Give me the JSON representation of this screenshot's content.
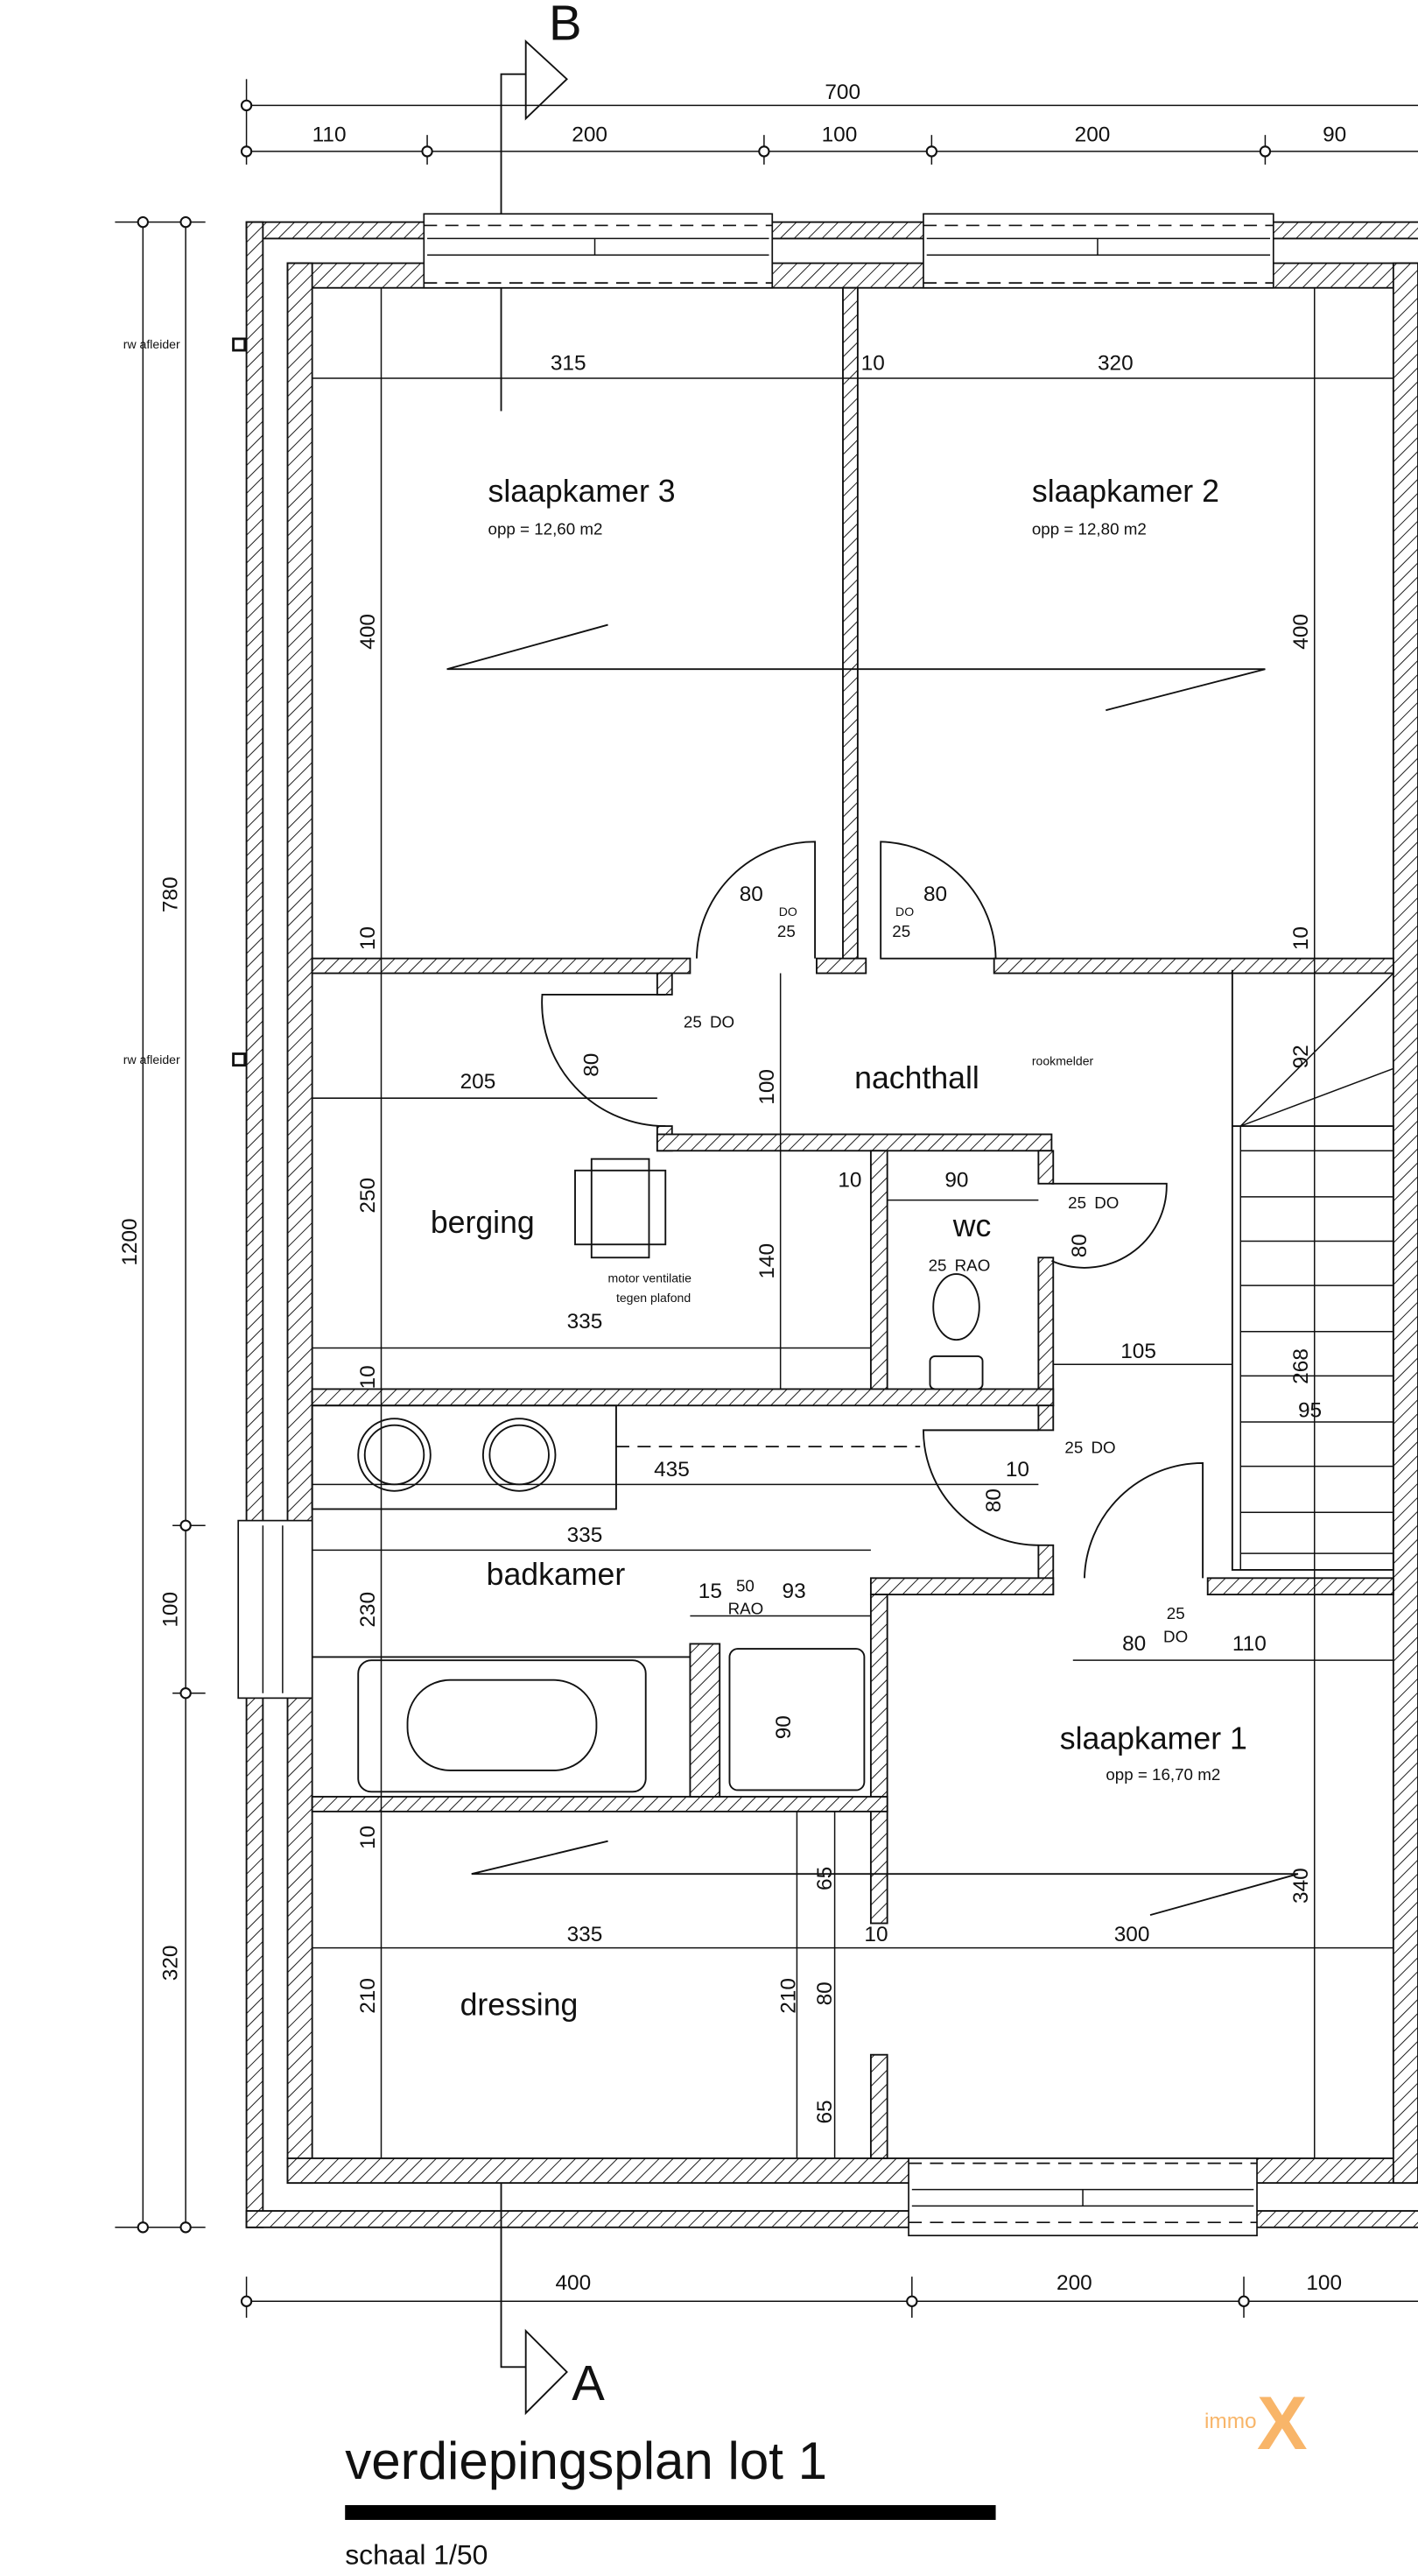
{
  "title": "verdiepingsplan lot 1",
  "scale": "schaal 1/50",
  "logo": {
    "text": "immo",
    "mark": "X",
    "color": "#f7a94f"
  },
  "sections": {
    "top": "B",
    "bottom": "A"
  },
  "dimensions": {
    "top_total": "700",
    "top_parts": [
      "110",
      "200",
      "100",
      "200",
      "90"
    ],
    "bottom_parts": [
      "400",
      "200",
      "100"
    ],
    "left_total": "1200",
    "left_parts": [
      "780",
      "100",
      "320"
    ]
  },
  "annotations": {
    "rw_afleider": "rw afleider",
    "rookmelder": "rookmelder",
    "motor1": "motor ventilatie",
    "motor2": "tegen plafond"
  },
  "rooms": {
    "slaapkamer3": {
      "name": "slaapkamer 3",
      "area": "opp =  12,60 m2",
      "w": "315",
      "h": "400"
    },
    "slaapkamer2": {
      "name": "slaapkamer 2",
      "area": "opp = 12,80 m2",
      "w": "320",
      "h": "400"
    },
    "nachthall": {
      "name": "nachthall"
    },
    "berging": {
      "name": "berging",
      "w1": "205",
      "w2": "335",
      "h": "250"
    },
    "wc": {
      "name": "wc",
      "w": "90"
    },
    "badkamer": {
      "name": "badkamer",
      "w1": "435",
      "w2": "335",
      "h": "230"
    },
    "slaapkamer1": {
      "name": "slaapkamer 1",
      "area": "opp = 16,70 m2",
      "w": "300",
      "h": "340"
    },
    "dressing": {
      "name": "dressing",
      "w": "335",
      "h": "210"
    }
  },
  "misc_dims": {
    "d10": "10",
    "d80": "80",
    "d100": "100",
    "d140": "140",
    "d105": "105",
    "d268": "268",
    "d95": "95",
    "d92": "92",
    "d15": "15",
    "d93": "93",
    "d90": "90",
    "d110": "110",
    "d65": "65",
    "d210": "210",
    "d25": "25",
    "d50": "50",
    "do": "DO",
    "rao": "RAO"
  }
}
